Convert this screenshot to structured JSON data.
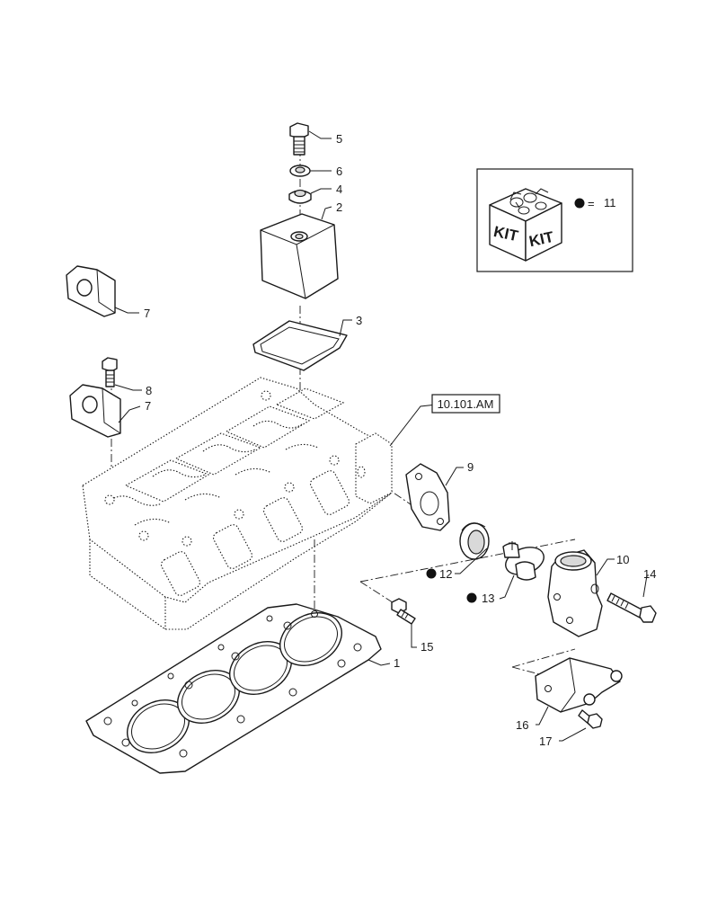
{
  "callouts": {
    "p1": "1",
    "p2": "2",
    "p3": "3",
    "p4": "4",
    "p5": "5",
    "p6": "6",
    "p7a": "7",
    "p7b": "7",
    "p8": "8",
    "p9": "9",
    "p10": "10",
    "p12": "12",
    "p13": "13",
    "p14": "14",
    "p15": "15",
    "p16": "16",
    "p17": "17"
  },
  "reference_box": {
    "label": "10.101.AM"
  },
  "kit_legend": {
    "box_label_left": "KIT",
    "box_label_right": "KIT",
    "equals": "=",
    "part_number": "11",
    "marker": "filled-circle"
  }
}
